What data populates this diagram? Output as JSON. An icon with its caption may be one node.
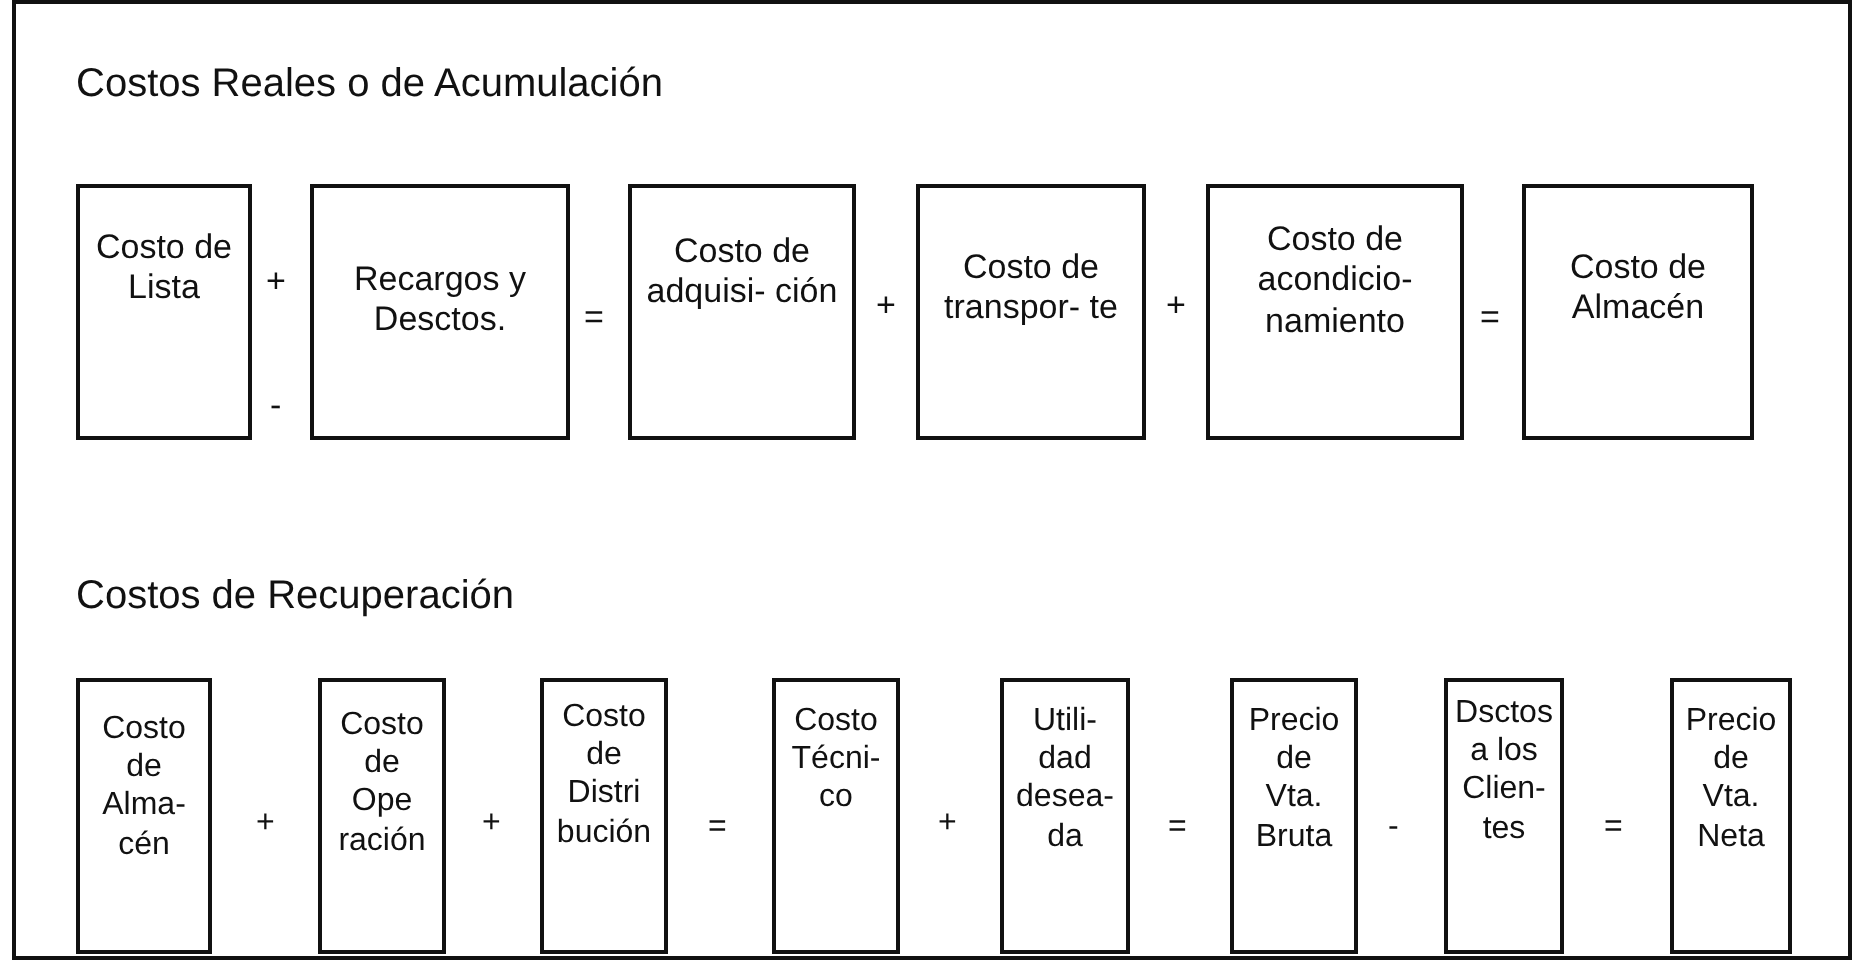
{
  "diagram": {
    "nodes": [
      {
        "text": [
          "Costo de Lista"
        ]
      },
      {
        "text": [
          "Recargos y Desctos."
        ]
      },
      {
        "text": [
          "Costo de adquisi- ción"
        ]
      },
      {
        "text": [
          "Costo de transpor- te"
        ]
      },
      {
        "text": [
          "Costo de acondicio- namiento"
        ]
      },
      {
        "text": [
          "Costo de Almacén"
        ]
      },
      {
        "text": [
          "Costo de Alma- cén"
        ]
      },
      {
        "text": [
          "Costo de Ope ración"
        ]
      },
      {
        "text": [
          "Costo de Distri bución"
        ]
      },
      {
        "text": [
          "Costo Técni- co"
        ]
      },
      {
        "text": [
          "Utili- dad desea- da"
        ]
      },
      {
        "text": [
          "Precio de Vta. Bruta"
        ]
      },
      {
        "text": [
          "Dsctos a los Clien- tes"
        ]
      },
      {
        "text": [
          "Precio de Vta. Neta"
        ]
      }
    ],
    "labels": [
      "Costos Reales o de Acumulación",
      "+",
      "-",
      "=",
      "+",
      "+",
      "=",
      "Costos de Recuperación",
      "+",
      "+",
      "=",
      "+",
      "=",
      "-",
      "="
    ]
  }
}
